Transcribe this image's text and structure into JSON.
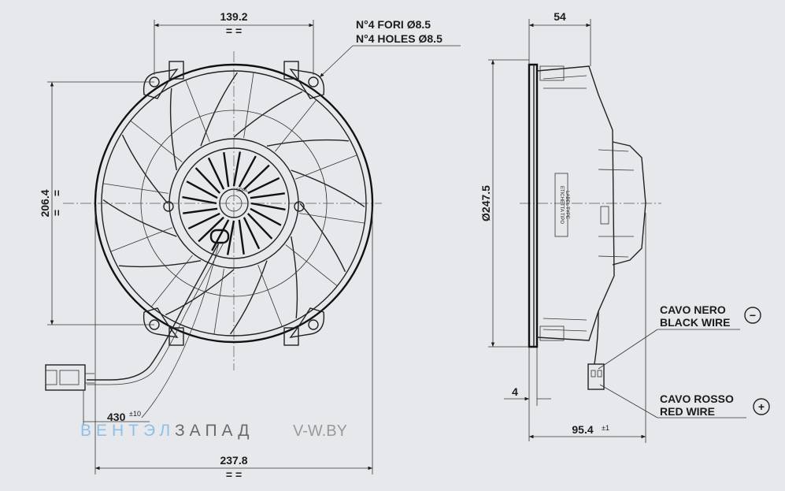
{
  "front_view": {
    "dim_top": "139.2",
    "dim_left": "206.4",
    "dim_bottom": "237.8",
    "cable_length": "430",
    "cable_tolerance": "±10",
    "holes_it": "N°4 FORI Ø8.5",
    "holes_en": "N°4 HOLES Ø8.5",
    "hub_logo": "SPAL"
  },
  "side_view": {
    "dim_top": "54",
    "dim_diameter": "Ø247.5",
    "dim_small": "4",
    "dim_depth": "95.4",
    "dim_depth_tol": "±1",
    "label_lines": [
      "ETICHETTA TIPO",
      "LABEL TYPE"
    ]
  },
  "wires": {
    "black_it": "CAVO NERO",
    "black_en": "BLACK WIRE",
    "black_symbol": "−",
    "red_it": "CAVO ROSSO",
    "red_en": "RED WIRE",
    "red_symbol": "+"
  },
  "watermark": {
    "part1": "ВЕНТЭЛ",
    "part2": "ЗАПАД",
    "site": "V-W.BY"
  },
  "colors": {
    "background": "#e6e8ec",
    "line": "#1c1c1c",
    "watermark_blue": "#8fc0e6",
    "watermark_gray": "#6a6a6a"
  }
}
